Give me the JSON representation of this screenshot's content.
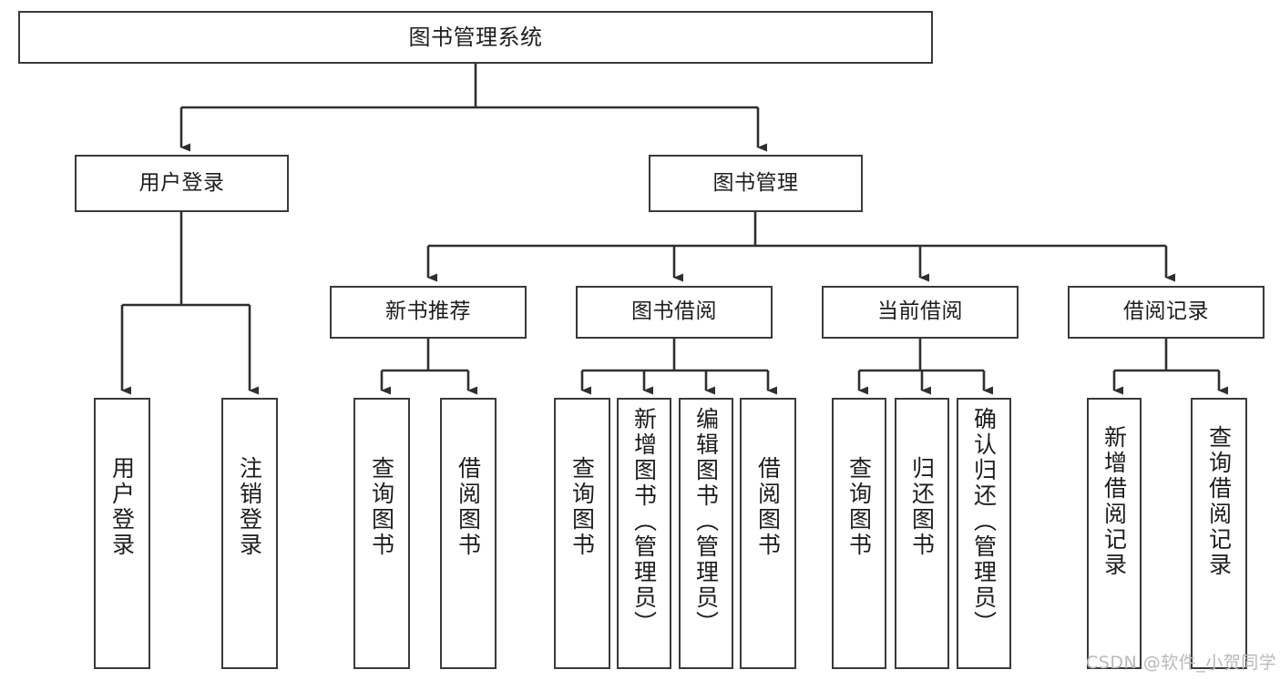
{
  "diagram": {
    "title": "图书管理系统",
    "type": "hierarchy-tree",
    "watermark": "CSDN @软件_小贺同学",
    "colors": {
      "box_border": "#3a3a3a",
      "box_fill": "#ffffff",
      "connector": "#2f2f2f",
      "text": "#1d1d1d",
      "watermark": "#b9b9b9",
      "background": "#ffffff"
    },
    "levels": {
      "root": "图书管理系统",
      "level2": [
        "用户登录",
        "图书管理"
      ],
      "level3": [
        "新书推荐",
        "图书借阅",
        "当前借阅",
        "借阅记录"
      ]
    },
    "nodes": {
      "root": {
        "label": "图书管理系统"
      },
      "user_login": {
        "label": "用户登录"
      },
      "book_manage": {
        "label": "图书管理"
      },
      "new_book_rec": {
        "label": "新书推荐"
      },
      "book_borrow": {
        "label": "图书借阅"
      },
      "current_borrow": {
        "label": "当前借阅"
      },
      "borrow_record": {
        "label": "借阅记录"
      },
      "leaf_user_login": {
        "label": "用户登录"
      },
      "leaf_logout": {
        "label": "注销登录"
      },
      "leaf_query_book_1": {
        "label": "查询图书"
      },
      "leaf_borrow_book_1": {
        "label": "借阅图书"
      },
      "leaf_query_book_2": {
        "label": "查询图书"
      },
      "leaf_add_book": {
        "label": "新增图书（管理员）"
      },
      "leaf_edit_book": {
        "label": "编辑图书（管理员）"
      },
      "leaf_borrow_book_2": {
        "label": "借阅图书"
      },
      "leaf_query_book_3": {
        "label": "查询图书"
      },
      "leaf_return_book": {
        "label": "归还图书"
      },
      "leaf_confirm_return": {
        "label": "确认归还（管理员）"
      },
      "leaf_add_record": {
        "label": "新增借阅记录"
      },
      "leaf_query_record": {
        "label": "查询借阅记录"
      }
    },
    "edges": [
      {
        "from": "图书管理系统",
        "to": "用户登录"
      },
      {
        "from": "图书管理系统",
        "to": "图书管理"
      },
      {
        "from": "用户登录",
        "to": "用户登录"
      },
      {
        "from": "用户登录",
        "to": "注销登录"
      },
      {
        "from": "图书管理",
        "to": "新书推荐"
      },
      {
        "from": "图书管理",
        "to": "图书借阅"
      },
      {
        "from": "图书管理",
        "to": "当前借阅"
      },
      {
        "from": "图书管理",
        "to": "借阅记录"
      },
      {
        "from": "新书推荐",
        "to": "查询图书"
      },
      {
        "from": "新书推荐",
        "to": "借阅图书"
      },
      {
        "from": "图书借阅",
        "to": "查询图书"
      },
      {
        "from": "图书借阅",
        "to": "新增图书（管理员）"
      },
      {
        "from": "图书借阅",
        "to": "编辑图书（管理员）"
      },
      {
        "from": "图书借阅",
        "to": "借阅图书"
      },
      {
        "from": "当前借阅",
        "to": "查询图书"
      },
      {
        "from": "当前借阅",
        "to": "归还图书"
      },
      {
        "from": "当前借阅",
        "to": "确认归还（管理员）"
      },
      {
        "from": "借阅记录",
        "to": "新增借阅记录"
      },
      {
        "from": "借阅记录",
        "to": "查询借阅记录"
      }
    ]
  }
}
